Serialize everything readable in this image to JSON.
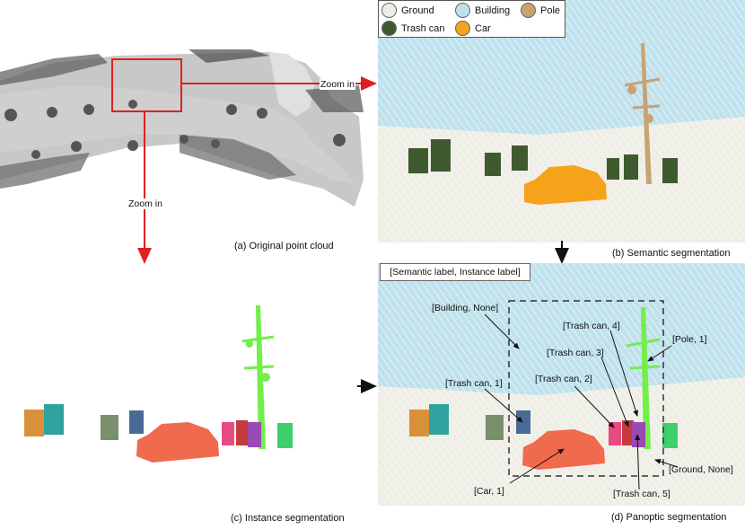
{
  "legend": {
    "items": [
      {
        "label": "Ground",
        "color": "#efeee6"
      },
      {
        "label": "Building",
        "color": "#bfe1ec"
      },
      {
        "label": "Pole",
        "color": "#c8a271"
      },
      {
        "label": "Trash can",
        "color": "#3f5a2f"
      },
      {
        "label": "Car",
        "color": "#f6a21a"
      }
    ]
  },
  "zoom": {
    "right_label": "Zoom in",
    "down_label": "Zoom in"
  },
  "captions": {
    "a": "(a) Original point cloud",
    "b": "(b) Semantic segmentation",
    "c": "(c) Instance segmentation",
    "d": "(d) Panoptic segmentation"
  },
  "panoptic": {
    "format_label": "[Semantic label, Instance label]",
    "callouts": [
      {
        "text": "[Building, None]"
      },
      {
        "text": "[Trash can, 4]"
      },
      {
        "text": "[Pole, 1]"
      },
      {
        "text": "[Trash can, 3]"
      },
      {
        "text": "[Trash can, 2]"
      },
      {
        "text": "[Trash can, 1]"
      },
      {
        "text": "[Ground, None]"
      },
      {
        "text": "[Car, 1]"
      },
      {
        "text": "[Trash can, 5]"
      }
    ]
  },
  "colors": {
    "arrow_red": "#e02020",
    "ground": "#efeee6",
    "building": "#bfe1ec",
    "pole_sem": "#c8a271",
    "trash_sem": "#3f5a2f",
    "car_sem": "#f6a21a",
    "car_inst": "#f06a4e",
    "pole_inst": "#73ee4a"
  }
}
